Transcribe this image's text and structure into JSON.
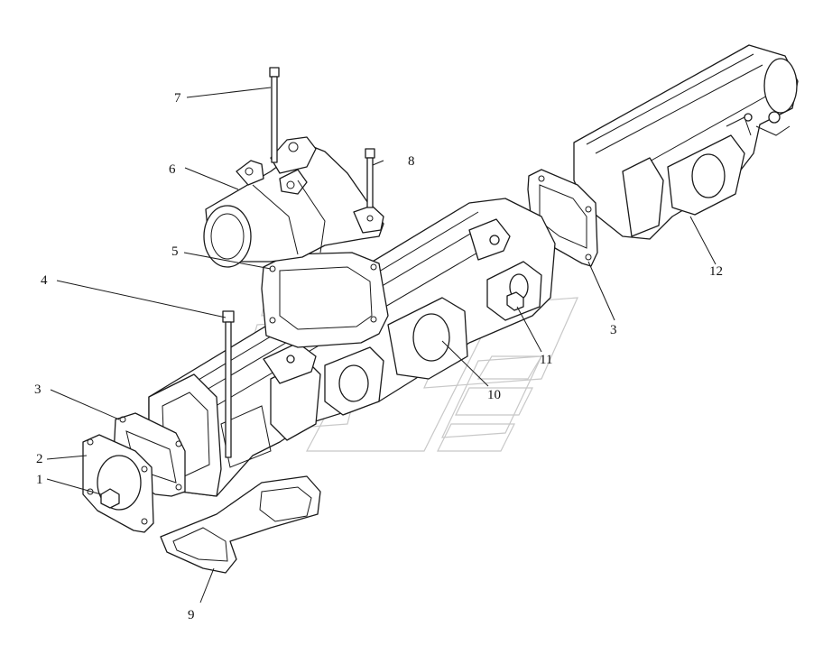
{
  "diagram": {
    "callouts": [
      {
        "id": "c1",
        "label": "1"
      },
      {
        "id": "c2",
        "label": "2"
      },
      {
        "id": "c3a",
        "label": "3"
      },
      {
        "id": "c3b",
        "label": "3"
      },
      {
        "id": "c4",
        "label": "4"
      },
      {
        "id": "c5",
        "label": "5"
      },
      {
        "id": "c6",
        "label": "6"
      },
      {
        "id": "c7",
        "label": "7"
      },
      {
        "id": "c8",
        "label": "8"
      },
      {
        "id": "c9",
        "label": "9"
      },
      {
        "id": "c10",
        "label": "10"
      },
      {
        "id": "c11",
        "label": "11"
      },
      {
        "id": "c12",
        "label": "12"
      }
    ]
  }
}
